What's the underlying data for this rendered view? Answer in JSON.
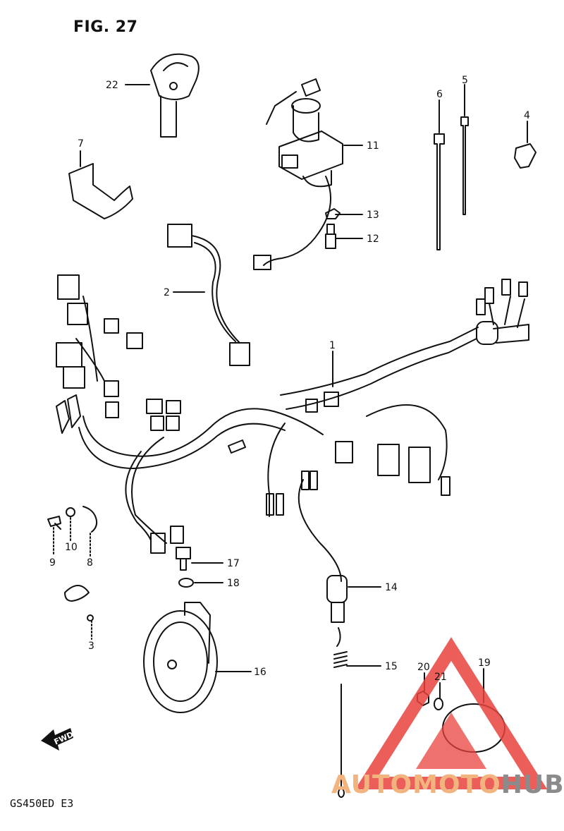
{
  "figure": {
    "title": "FIG. 27",
    "model": "GS450ED  E3",
    "fwd_label": "FWD"
  },
  "watermark": {
    "part1": "AUTOMOTO",
    "part2": "HUB",
    "color_primary": "#e8423c",
    "color_text1": "#f2b47e",
    "color_text2": "#8b8b8b"
  },
  "callouts": [
    {
      "label": "1",
      "part": "wiring-harness"
    },
    {
      "label": "2",
      "part": "sub-harness"
    },
    {
      "label": "3",
      "part": "clip"
    },
    {
      "label": "4",
      "part": "clamp"
    },
    {
      "label": "5",
      "part": "cable-tie"
    },
    {
      "label": "6",
      "part": "cable-tie-long"
    },
    {
      "label": "7",
      "part": "bracket"
    },
    {
      "label": "8",
      "part": "clip"
    },
    {
      "label": "9",
      "part": "screw"
    },
    {
      "label": "10",
      "part": "washer"
    },
    {
      "label": "11",
      "part": "ignition-switch"
    },
    {
      "label": "12",
      "part": "bolt"
    },
    {
      "label": "13",
      "part": "nut"
    },
    {
      "label": "14",
      "part": "switch"
    },
    {
      "label": "15",
      "part": "spring"
    },
    {
      "label": "16",
      "part": "horn"
    },
    {
      "label": "17",
      "part": "bolt"
    },
    {
      "label": "18",
      "part": "washer"
    },
    {
      "label": "19",
      "part": "lens"
    },
    {
      "label": "20",
      "part": "nut"
    },
    {
      "label": "21",
      "part": "washer"
    },
    {
      "label": "22",
      "part": "key"
    }
  ]
}
